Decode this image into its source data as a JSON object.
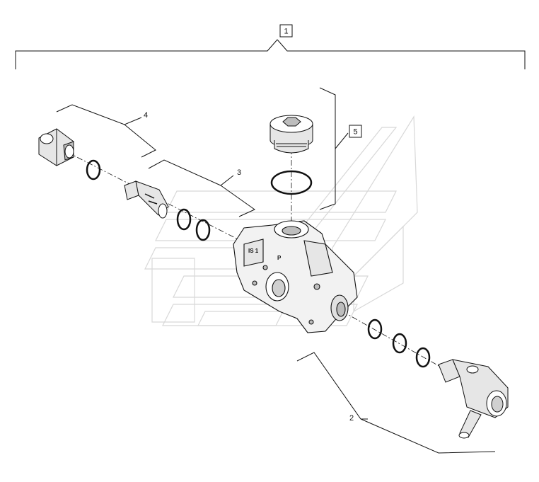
{
  "callouts": {
    "assembly": "1",
    "lever_valve": "2",
    "cartridge": "3",
    "plug_fitting": "4",
    "port_plug": "5"
  },
  "body_stamps": {
    "port_is": "IS 1",
    "port_p": "P"
  },
  "colors": {
    "line": "#111111",
    "watermark": "#d8d8d8",
    "part_shade": "#e6e6e6",
    "part_dark": "#bdbdbd"
  }
}
